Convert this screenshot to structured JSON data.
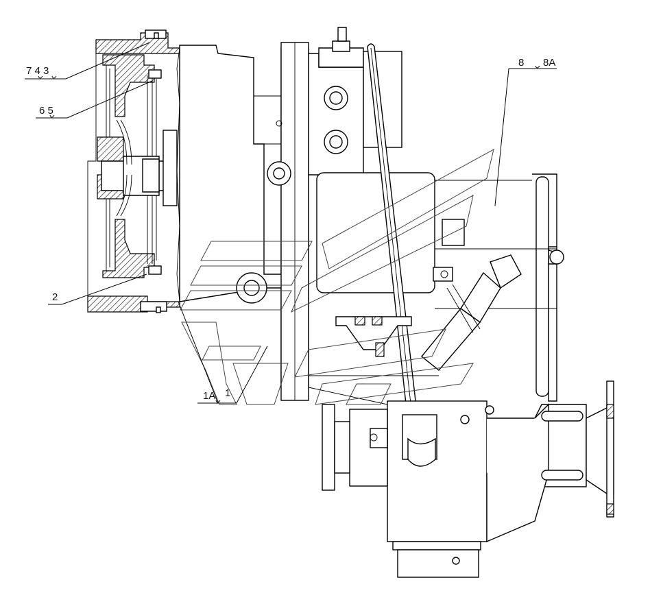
{
  "callouts": {
    "c_743": "7 4 3",
    "c_65": "6 5",
    "c_2": "2",
    "c_1a": "1A",
    "c_1": "1",
    "c_8": "8",
    "c_8a": "8A"
  }
}
